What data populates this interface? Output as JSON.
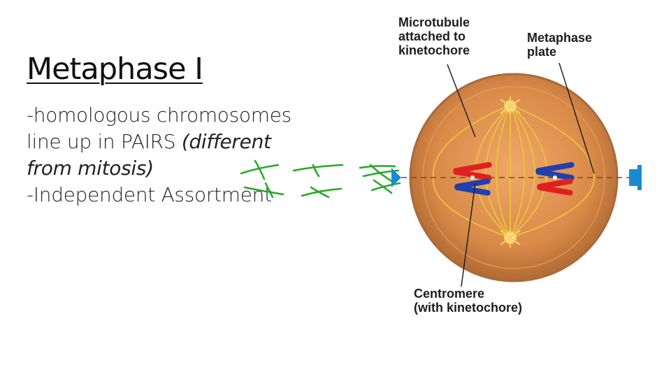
{
  "slide": {
    "title": "Metaphase I",
    "line1": "-homologous chromosomes",
    "line2_plain": "line up in PAIRS ",
    "line2_italic": "(different",
    "line3_italic": "from mitosis)",
    "line4": "-Independent Assortment"
  },
  "diagram": {
    "label_microtubule": "Microtubule\nattached to\nkinetochore",
    "label_plate": "Metaphase\nplate",
    "label_centromere": "Centromere\n(with kinetochore)"
  },
  "colors": {
    "cell_fill": "#d98a48",
    "cell_edge": "#a86b3c",
    "spindle": "#e8c040",
    "chrom_red": "#e02020",
    "chrom_blue": "#2040b0",
    "arrow_blue": "#1a8ad0",
    "scribble_green": "#22aa22"
  }
}
